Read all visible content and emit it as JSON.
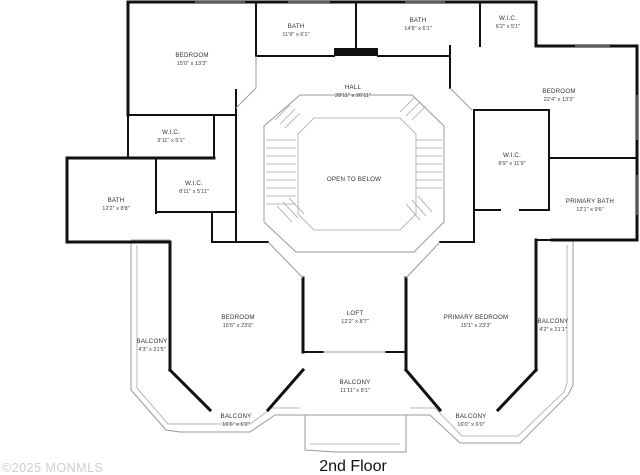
{
  "floor_title": "2nd Floor",
  "watermark": "©2025 MONMLS",
  "rooms": [
    {
      "key": "bath_top1",
      "name": "BATH",
      "dims": "11'9\" x 6'1\""
    },
    {
      "key": "bath_top2",
      "name": "BATH",
      "dims": "14'8\" x 6'1\""
    },
    {
      "key": "wic_top",
      "name": "W.I.C.",
      "dims": "6'2\" x 5'1\""
    },
    {
      "key": "bedroom_nw",
      "name": "BEDROOM",
      "dims": "15'0\" x 13'3\""
    },
    {
      "key": "hall",
      "name": "HALL",
      "dims": "28'11\" x 26'11\""
    },
    {
      "key": "bedroom_ne",
      "name": "BEDROOM",
      "dims": "22'4\" x 13'3\""
    },
    {
      "key": "wic_left1",
      "name": "W.I.C.",
      "dims": "9'11\" x 5'1\""
    },
    {
      "key": "wic_right",
      "name": "W.I.C.",
      "dims": "8'9\" x 11'9\""
    },
    {
      "key": "open_below",
      "name": "OPEN TO BELOW",
      "dims": ""
    },
    {
      "key": "wic_left2",
      "name": "W.I.C.",
      "dims": "8'11\" x 5'11\""
    },
    {
      "key": "bath_left",
      "name": "BATH",
      "dims": "12'2\" x 8'8\""
    },
    {
      "key": "primary_bath",
      "name": "PRIMARY BATH",
      "dims": "12'1\" x 9'6\""
    },
    {
      "key": "bedroom_sw",
      "name": "BEDROOM",
      "dims": "15'6\" x 23'6\""
    },
    {
      "key": "loft",
      "name": "LOFT",
      "dims": "12'2\" x 8'7\""
    },
    {
      "key": "primary_bedroom",
      "name": "PRIMARY BEDROOM",
      "dims": "15'1\" x 23'3\""
    },
    {
      "key": "balcony_w",
      "name": "BALCONY",
      "dims": "4'3\" x 21'5\""
    },
    {
      "key": "balcony_e",
      "name": "BALCONY",
      "dims": "4'2\" x 21'1\""
    },
    {
      "key": "balcony_mid",
      "name": "BALCONY",
      "dims": "11'11\" x 8'1\""
    },
    {
      "key": "balcony_sw",
      "name": "BALCONY",
      "dims": "16'6\" x 6'2\""
    },
    {
      "key": "balcony_se",
      "name": "BALCONY",
      "dims": "16'0\" x 6'0\""
    }
  ]
}
